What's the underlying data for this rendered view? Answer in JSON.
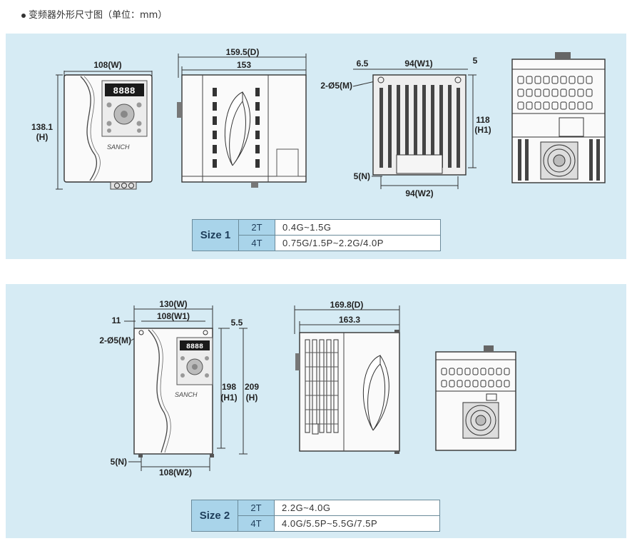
{
  "heading": "变频器外形尺寸图（单位：mm）",
  "logo_text": "SANCH",
  "display_text": "8888",
  "size1": {
    "name": "Size 1",
    "dims": {
      "w": "108(W)",
      "h": "138.1",
      "h_unit": "(H)",
      "d": "159.5(D)",
      "d2": "153",
      "off1": "6.5",
      "w1": "94(W1)",
      "off2": "5",
      "hole": "2-Ø5(M)",
      "h1": "118",
      "h1_unit": "(H1)",
      "n": "5(N)",
      "w2": "94(W2)"
    },
    "rows": [
      {
        "volt": "2T",
        "range": "0.4G~1.5G"
      },
      {
        "volt": "4T",
        "range": "0.75G/1.5P~2.2G/4.0P"
      }
    ]
  },
  "size2": {
    "name": "Size 2",
    "dims": {
      "w": "130(W)",
      "w1": "108(W1)",
      "off1": "11",
      "off2": "5.5",
      "hole": "2-Ø5(M)",
      "h1": "198",
      "h1_unit": "(H1)",
      "h": "209",
      "h_unit": "(H)",
      "n": "5(N)",
      "w2": "108(W2)",
      "d": "169.8(D)",
      "d2": "163.3"
    },
    "rows": [
      {
        "volt": "2T",
        "range": "2.2G~4.0G"
      },
      {
        "volt": "4T",
        "range": "4.0G/5.5P~5.5G/7.5P"
      }
    ]
  }
}
